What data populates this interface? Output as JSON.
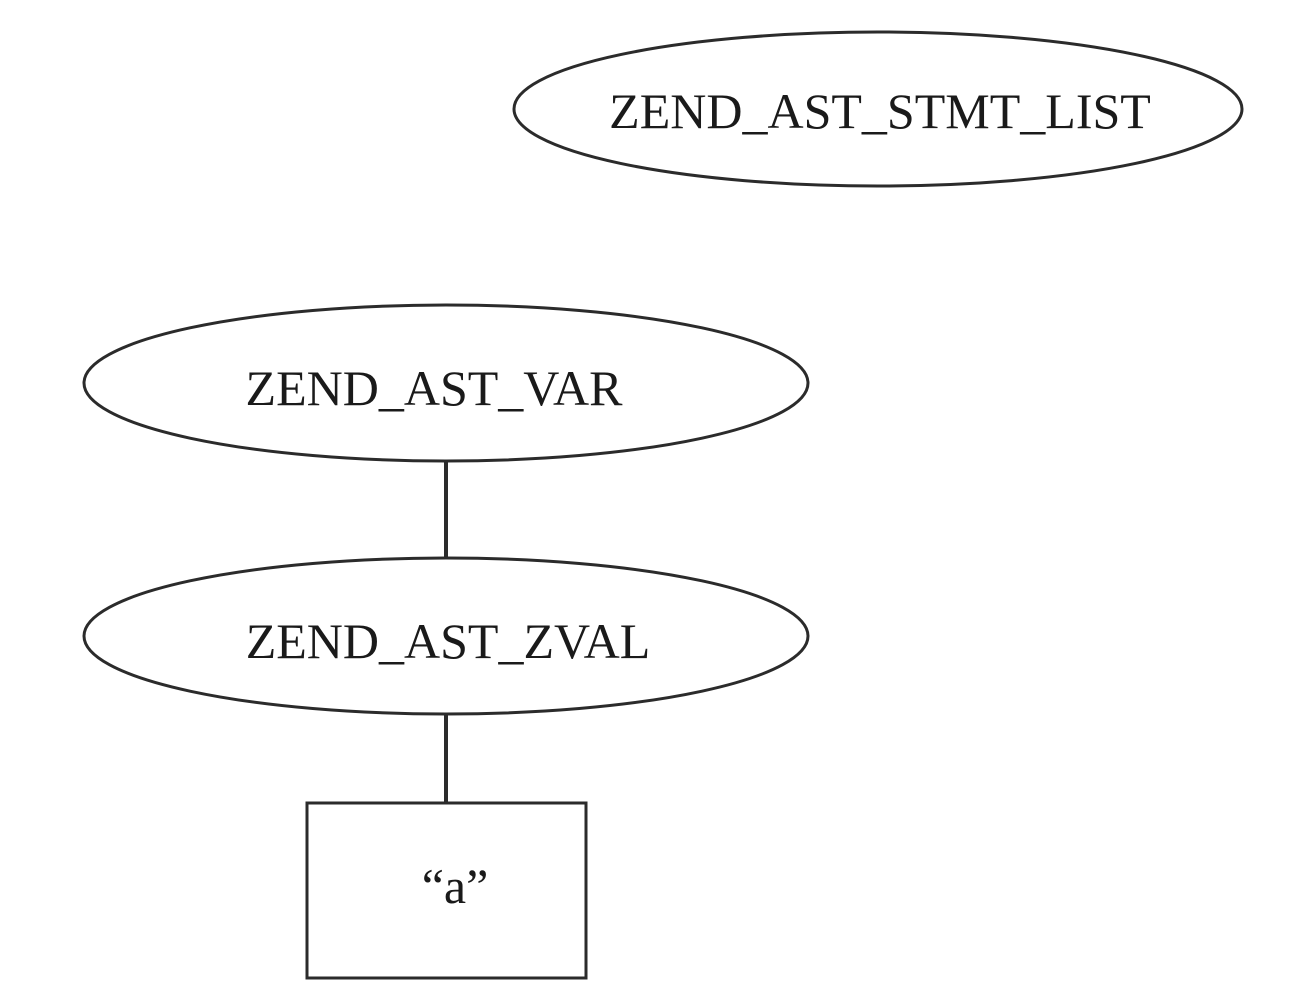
{
  "diagram": {
    "nodes": {
      "stmt_list": {
        "label": "ZEND_AST_STMT_LIST",
        "shape": "ellipse"
      },
      "var": {
        "label": "ZEND_AST_VAR",
        "shape": "ellipse"
      },
      "zval": {
        "label": "ZEND_AST_ZVAL",
        "shape": "ellipse"
      },
      "literal": {
        "label": "“a”",
        "shape": "rectangle"
      }
    },
    "edges": [
      {
        "from": "var",
        "to": "zval"
      },
      {
        "from": "zval",
        "to": "literal"
      }
    ],
    "colors": {
      "stroke": "#2b2b2b",
      "text": "#1a1a1a",
      "background": "#ffffff"
    }
  }
}
